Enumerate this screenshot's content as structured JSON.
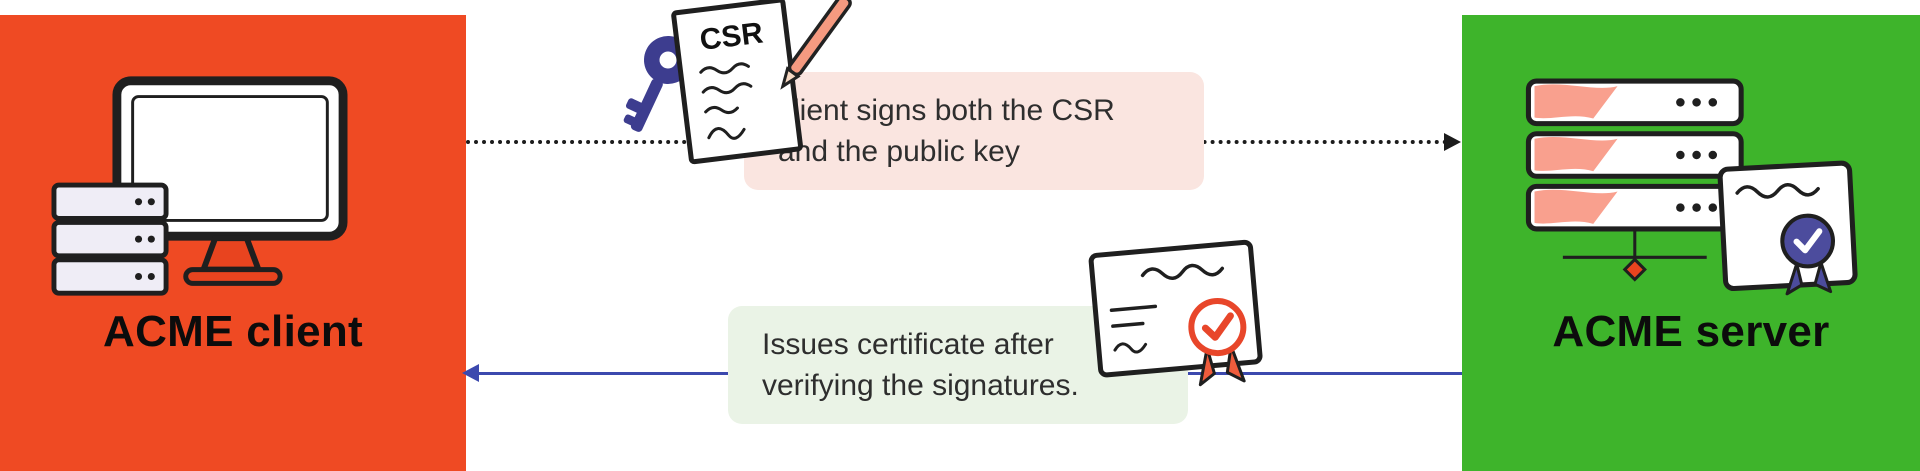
{
  "client_panel": {
    "title": "ACME client"
  },
  "server_panel": {
    "title": "ACME server"
  },
  "flow_top": {
    "label": "client signs both the CSR and the public key",
    "style": "dotted",
    "direction": "left-to-right"
  },
  "flow_bottom": {
    "label": "Issues certificate after verifying the signatures.",
    "style": "solid",
    "direction": "right-to-left"
  },
  "csr_doc": {
    "title": "CSR"
  },
  "colors": {
    "client_panel_bg": "#ef4a23",
    "server_panel_bg": "#3eb42b",
    "top_label_bg": "#fae5e0",
    "bottom_label_bg": "#eaf3e6",
    "dotted_arrow": "#1c1c1c",
    "solid_arrow": "#3c49ae",
    "accent_salmon": "#f9a08e",
    "key_indigo": "#3d3d8f",
    "rosette_indigo": "#4c4c9d",
    "rosette_red": "#e8462a",
    "monitor_stand_orange": "#e8441f"
  }
}
